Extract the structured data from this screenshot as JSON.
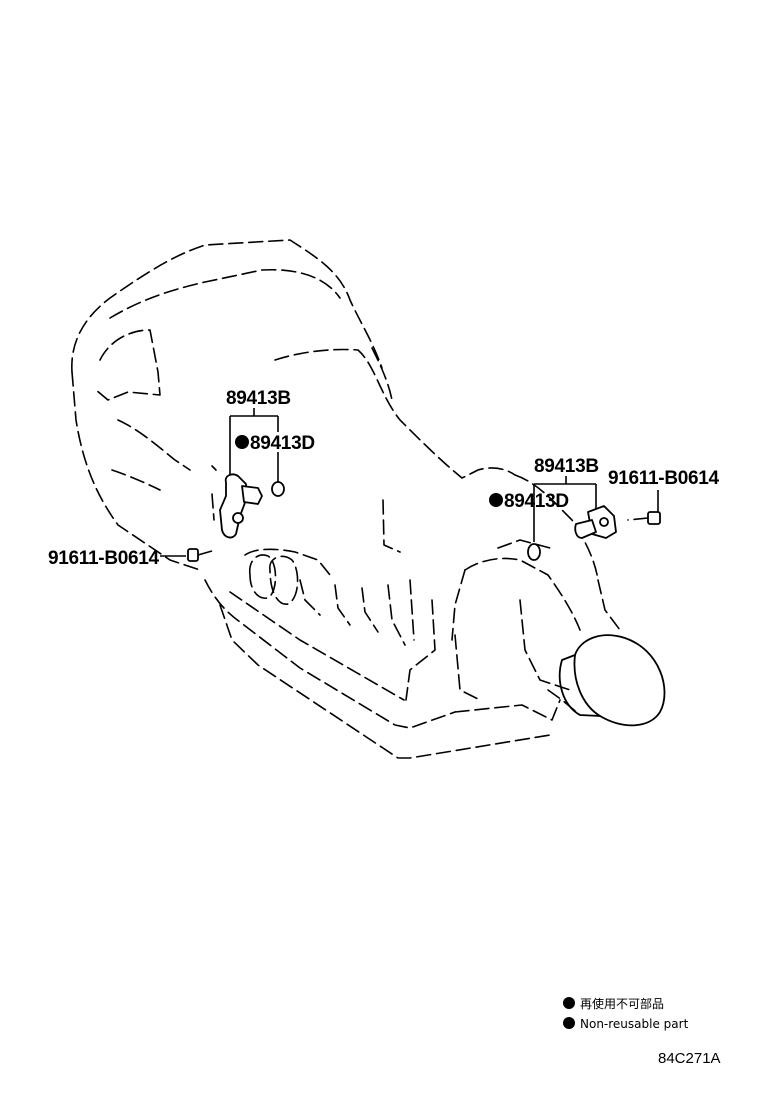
{
  "callouts": {
    "left_sensor": "89413B",
    "left_oring": "89413D",
    "left_bolt": "91611-B0614",
    "right_sensor": "89413B",
    "right_oring": "89413D",
    "right_bolt": "91611-B0614"
  },
  "legend": {
    "japanese": "再使用不可部品",
    "english": "Non-reusable part"
  },
  "illustration_code": "84C271A",
  "icons": {
    "non_reusable_marker": "filled-circle-icon"
  }
}
